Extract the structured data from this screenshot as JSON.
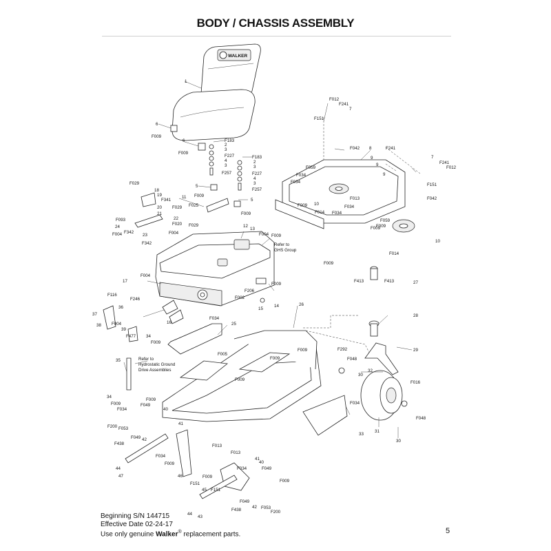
{
  "header": {
    "title": "BODY / CHASSIS ASSEMBLY"
  },
  "seat": {
    "logo_text": "WALKER"
  },
  "callouts": {
    "c_1": "1",
    "c_6a": "6",
    "c_6b": "6",
    "c_F009a": "F009",
    "c_F009b": "F009",
    "c_F183a": "F183",
    "c_2a": "2",
    "c_3a": "3",
    "c_F227a": "F227",
    "c_4a": "4",
    "c_3b": "3",
    "c_F257a": "F257",
    "c_F183b": "F183",
    "c_2b": "2",
    "c_3c": "3",
    "c_F227b": "F227",
    "c_4b": "4",
    "c_3d": "3",
    "c_F257b": "F257",
    "c_5a": "5",
    "c_F009c": "F009",
    "c_11": "11",
    "c_F025": "F025",
    "c_5b": "5",
    "c_F009d": "F009",
    "c_F029a": "F029",
    "c_18": "18",
    "c_19": "19",
    "c_F341": "F341",
    "c_20": "20",
    "c_F029b": "F029",
    "c_21": "21",
    "c_22": "22",
    "c_F020": "F020",
    "c_F093": "F093",
    "c_24": "24",
    "c_F342a": "F342",
    "c_23": "23",
    "c_F004a": "F004",
    "c_F342b": "F342",
    "c_F004b": "F004",
    "c_F029c": "F029",
    "c_12": "12",
    "c_13": "13",
    "c_F004c": "F004",
    "c_F009e": "F009",
    "c_refer_ghs_1": "Refer to",
    "c_refer_ghs_2": "GHS Group",
    "c_F009f": "F009",
    "c_F012a": "F012",
    "c_F241a": "F241",
    "c_7a": "7",
    "c_F151a": "F151",
    "c_F042a": "F042",
    "c_8": "8",
    "c_F241b": "F241",
    "c_9a": "9",
    "c_F059a": "F059",
    "c_F034a": "F034",
    "c_9b": "9",
    "c_F034b": "F034",
    "c_9c": "9",
    "c_F009g": "F009",
    "c_10a": "10",
    "c_F014a": "F014",
    "c_F034c": "F034",
    "c_F013": "F013",
    "c_F034d": "F034",
    "c_F009h": "F009",
    "c_7b": "7",
    "c_F241c": "F241",
    "c_F012b": "F012",
    "c_F151b": "F151",
    "c_F042b": "F042",
    "c_F059b": "F059",
    "c_F009i": "F009",
    "c_10b": "10",
    "c_F014b": "F014",
    "c_17": "17",
    "c_F004d": "F004",
    "c_F246": "F246",
    "c_16": "16",
    "c_F206": "F206",
    "c_F002": "F002",
    "c_F009j": "F009",
    "c_14": "14",
    "c_15": "15",
    "c_F034e": "F034",
    "c_F413a": "F413",
    "c_F413b": "F413",
    "c_27": "27",
    "c_28": "28",
    "c_F116": "F116",
    "c_36": "36",
    "c_37": "37",
    "c_38": "38",
    "c_F004e": "F004",
    "c_39": "39",
    "c_F477": "F477",
    "c_34a": "34",
    "c_F009k": "F009",
    "c_35": "35",
    "c_refer_hyd_1": "Refer to",
    "c_refer_hyd_2": "Hydrostatic Ground",
    "c_refer_hyd_3": "Drive Assemblies",
    "c_25": "25",
    "c_F005": "F005",
    "c_26": "26",
    "c_F009l": "F009",
    "c_F009m": "F009",
    "c_F009n": "F009",
    "c_F292": "F292",
    "c_29": "29",
    "c_F048a": "F048",
    "c_30a": "30",
    "c_32": "32",
    "c_F016": "F016",
    "c_F034f": "F034",
    "c_F048b": "F048",
    "c_31": "31",
    "c_30b": "30",
    "c_33": "33",
    "c_34b": "34",
    "c_F009o": "F009",
    "c_F009p": "F009",
    "c_F034g": "F034",
    "c_F049a": "F049",
    "c_40a": "40",
    "c_F200a": "F200",
    "c_F053a": "F053",
    "c_F049b": "F049",
    "c_42a": "42",
    "c_41a": "41",
    "c_F438a": "F438",
    "c_44a": "44",
    "c_47": "47",
    "c_F013b": "F013",
    "c_F034h": "F034",
    "c_F009q": "F009",
    "c_46": "46",
    "c_F013c": "F013",
    "c_41b": "41",
    "c_40b": "40",
    "c_F034i": "F034",
    "c_F049c": "F049",
    "c_F009r": "F009",
    "c_F009s": "F009",
    "c_F151c": "F151",
    "c_45": "45",
    "c_F151d": "F151",
    "c_F049d": "F049",
    "c_F438b": "F438",
    "c_42b": "42",
    "c_F053b": "F053",
    "c_F200b": "F200",
    "c_44b": "44",
    "c_43": "43"
  },
  "footer": {
    "serial": "Beginning S/N 144715",
    "effective_date": "Effective Date 02-24-17",
    "use_only_prefix": "Use only genuine ",
    "brand": "Walker",
    "registered": "®",
    "use_only_suffix": " replacement parts.",
    "page_number": "5"
  }
}
